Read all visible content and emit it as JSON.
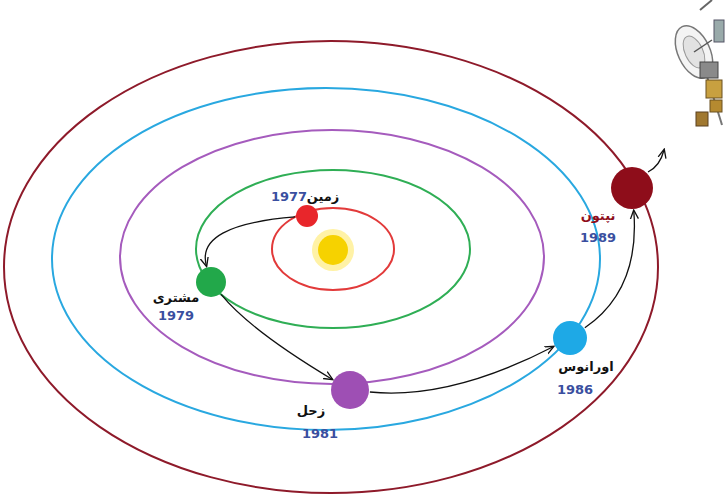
{
  "diagram": {
    "nodes": [
      {
        "text": [
          "زمین",
          "1977"
        ]
      },
      {
        "text": [
          "مشتری",
          "1979"
        ]
      },
      {
        "text": [
          "زحل",
          "1981"
        ]
      },
      {
        "text": [
          "اورانوس",
          "1986"
        ]
      },
      {
        "text": [
          "نپتون",
          "1989"
        ]
      }
    ],
    "edges": [
      {
        "from": 0,
        "to": 1,
        "arrow": "to"
      },
      {
        "from": 1,
        "to": 2,
        "arrow": "to"
      },
      {
        "from": 2,
        "to": 3,
        "arrow": "to"
      },
      {
        "from": 3,
        "to": 4,
        "arrow": "to"
      }
    ]
  }
}
